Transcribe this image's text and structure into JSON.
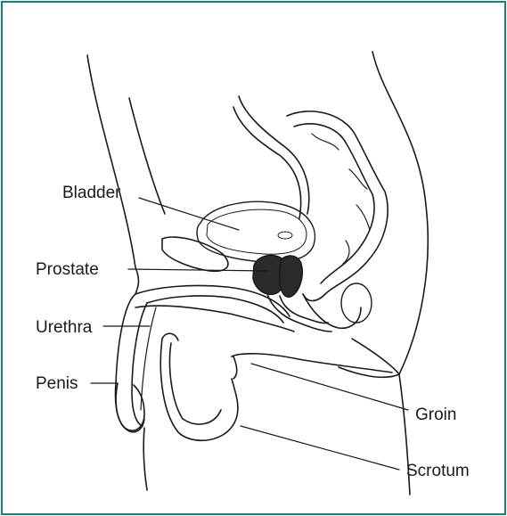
{
  "labels": {
    "bladder": "Bladder",
    "prostate": "Prostate",
    "urethra": "Urethra",
    "penis": "Penis",
    "groin": "Groin",
    "scrotum": "Scrotum"
  },
  "colors": {
    "frame": "#14837b",
    "line": "#1a1a1a",
    "prostate_fill": "#2a2a2a"
  }
}
